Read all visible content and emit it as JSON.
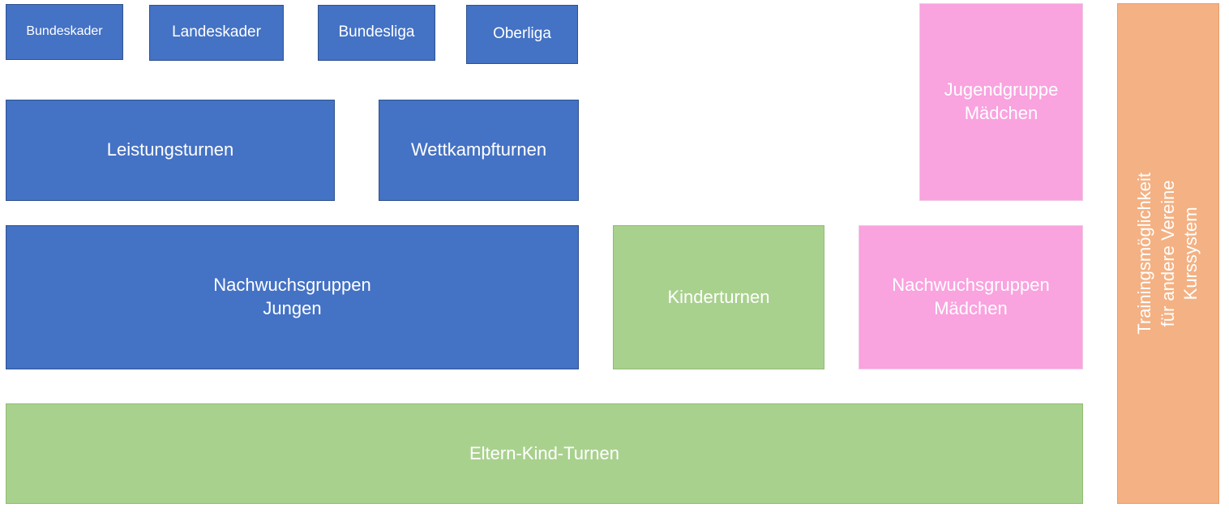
{
  "diagram": {
    "boxes": {
      "bundeskader": "Bundeskader",
      "landeskader": "Landeskader",
      "bundesliga": "Bundesliga",
      "oberliga": "Oberliga",
      "leistungsturnen": "Leistungsturnen",
      "wettkampfturnen": "Wettkampfturnen",
      "nachwuchs_jungen": "Nachwuchsgruppen\nJungen",
      "kinderturnen": "Kinderturnen",
      "nachwuchs_maedchen": "Nachwuchsgruppen\nMädchen",
      "jugendgruppe_maedchen": "Jugendgruppe\nMädchen",
      "eltern_kind": "Eltern-Kind-Turnen",
      "training_kurs": "Trainingsmöglichkeit für andere Vereine\nKurssystem"
    },
    "colors": {
      "blue": "#4472C4",
      "green": "#A9D18E",
      "pink": "#F9A3DF",
      "orange": "#F4B183"
    }
  }
}
